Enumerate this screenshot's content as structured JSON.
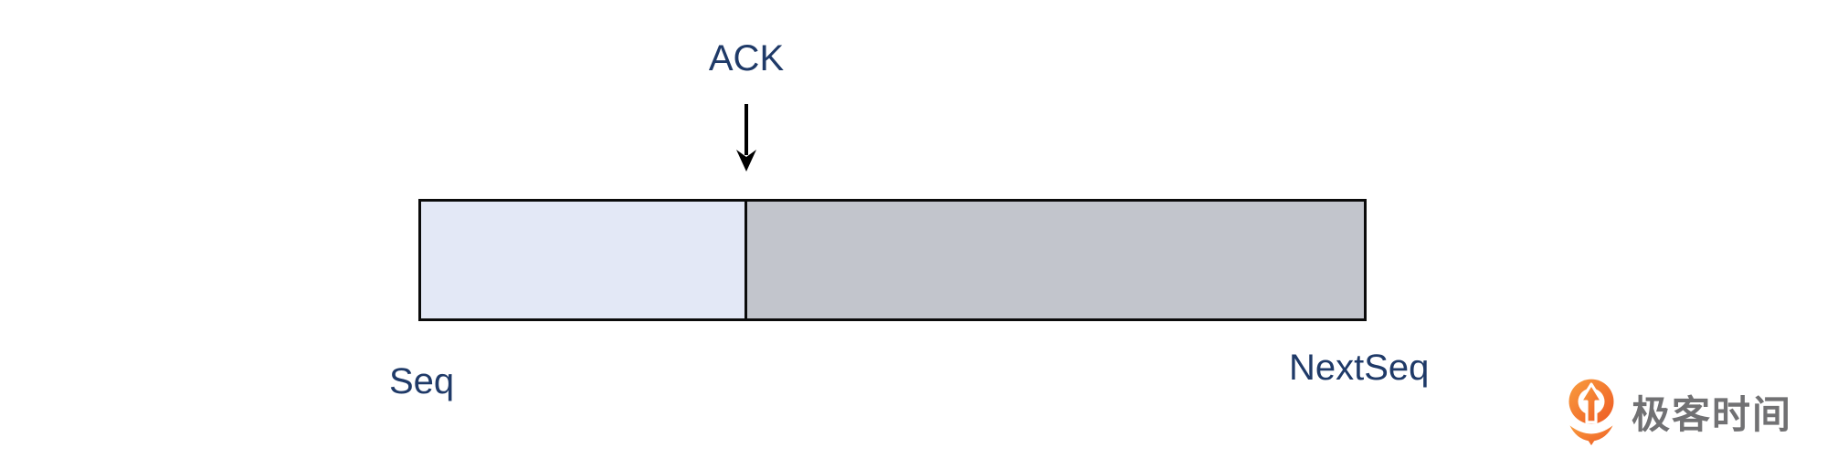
{
  "diagram": {
    "ack_label": "ACK",
    "seq_label": "Seq",
    "nextseq_label": "NextSeq",
    "label_color": "#1f3a68",
    "arrow_color": "#000000",
    "bar": {
      "border_color": "#0b0b0b",
      "segments": [
        {
          "name": "acknowledged-region",
          "width_percent": 34.6,
          "color": "#e3e8f6"
        },
        {
          "name": "unacknowledged-region",
          "width_percent": 65.4,
          "color": "#c2c5cc"
        }
      ]
    }
  },
  "watermark": {
    "brand_text": "极客时间",
    "icon_name": "geektime-logo-icon",
    "icon_color": "#f26d21",
    "text_color": "#717173"
  }
}
